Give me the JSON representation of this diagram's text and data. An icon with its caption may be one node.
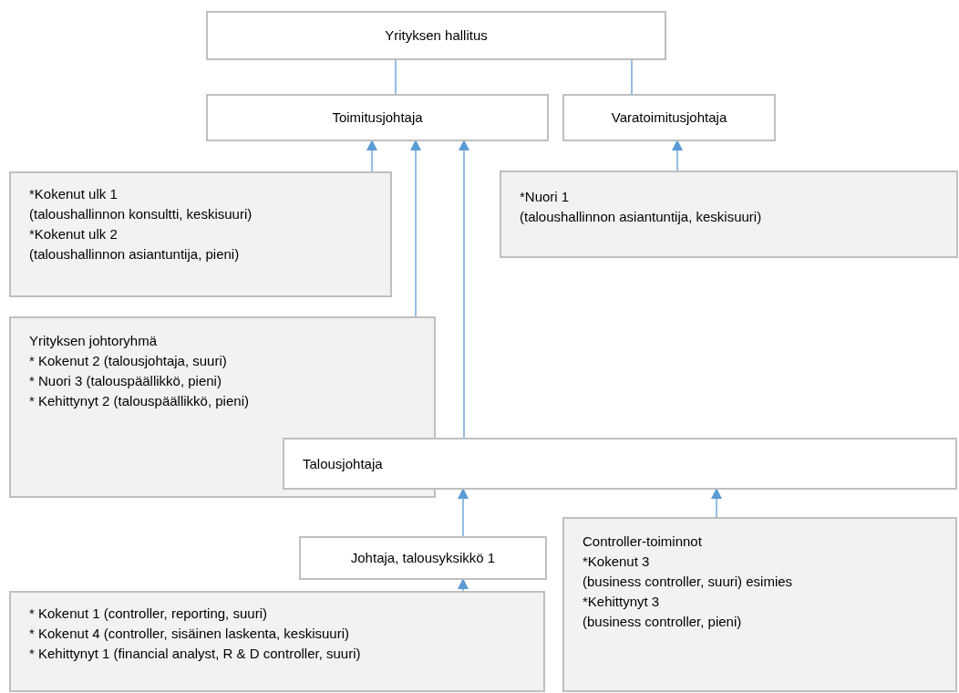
{
  "diagram": {
    "nodes": [
      {
        "text": [
          "Yrityksen hallitus"
        ]
      },
      {
        "text": [
          "Toimitusjohtaja"
        ]
      },
      {
        "text": [
          "Varatoimitusjohtaja"
        ]
      },
      {
        "text": [
          "*Kokenut ulk 1",
          "(taloushallinnon konsultti, keskisuuri)",
          "*Kokenut ulk 2",
          "(taloushallinnon asiantuntija, pieni)"
        ]
      },
      {
        "text": [
          "*Nuori 1",
          "(taloushallinnon asiantuntija, keskisuuri)"
        ]
      },
      {
        "text": [
          "Yrityksen johtoryhmä",
          "* Kokenut 2 (talousjohtaja, suuri)",
          "* Nuori 3 (talouspäällikkö, pieni)",
          "* Kehittynyt 2 (talouspäällikkö, pieni)"
        ]
      },
      {
        "text": [
          "Talousjohtaja"
        ]
      },
      {
        "text": [
          "Johtaja, talousyksikkö 1"
        ]
      },
      {
        "text": [
          "Controller-toiminnot",
          "*Kokenut 3",
          "(business controller, suuri) esimies",
          "*Kehittynyt 3",
          "(business controller, pieni)"
        ]
      },
      {
        "text": [
          "* Kokenut 1 (controller, reporting, suuri)",
          "* Kokenut 4 (controller, sisäinen laskenta, keskisuuri)",
          "* Kehittynyt 1 (financial analyst, R & D controller, suuri)"
        ]
      }
    ],
    "edges": [
      {
        "from": 0,
        "to": 1,
        "arrow": "none"
      },
      {
        "from": 0,
        "to": 2,
        "arrow": "none"
      },
      {
        "from": 3,
        "to": 1,
        "arrow": "to"
      },
      {
        "from": 5,
        "to": 1,
        "arrow": "to"
      },
      {
        "from": 6,
        "to": 1,
        "arrow": "to"
      },
      {
        "from": 4,
        "to": 2,
        "arrow": "to"
      },
      {
        "from": 7,
        "to": 6,
        "arrow": "to"
      },
      {
        "from": 8,
        "to": 6,
        "arrow": "to"
      },
      {
        "from": 9,
        "to": 7,
        "arrow": "to"
      }
    ]
  }
}
